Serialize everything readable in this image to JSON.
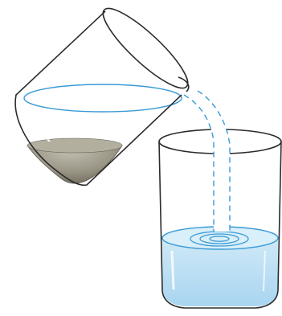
{
  "figure": {
    "subject": "decanting",
    "objects": [
      {
        "id": "pouring-beaker",
        "state": "tilted",
        "contents": [
          "water",
          "sediment"
        ]
      },
      {
        "id": "receiving-beaker",
        "state": "upright",
        "contents": [
          "water"
        ]
      },
      {
        "id": "water-stream",
        "from": "pouring-beaker",
        "to": "receiving-beaker"
      }
    ],
    "colors": {
      "outline": "#2b2b2b",
      "water_line": "#3a9ad6",
      "water_fill": "#cfe9f7",
      "water_fill_deep": "#a9d5f0",
      "sediment": "#9a9585",
      "sediment_dark": "#6f6a5c"
    }
  }
}
